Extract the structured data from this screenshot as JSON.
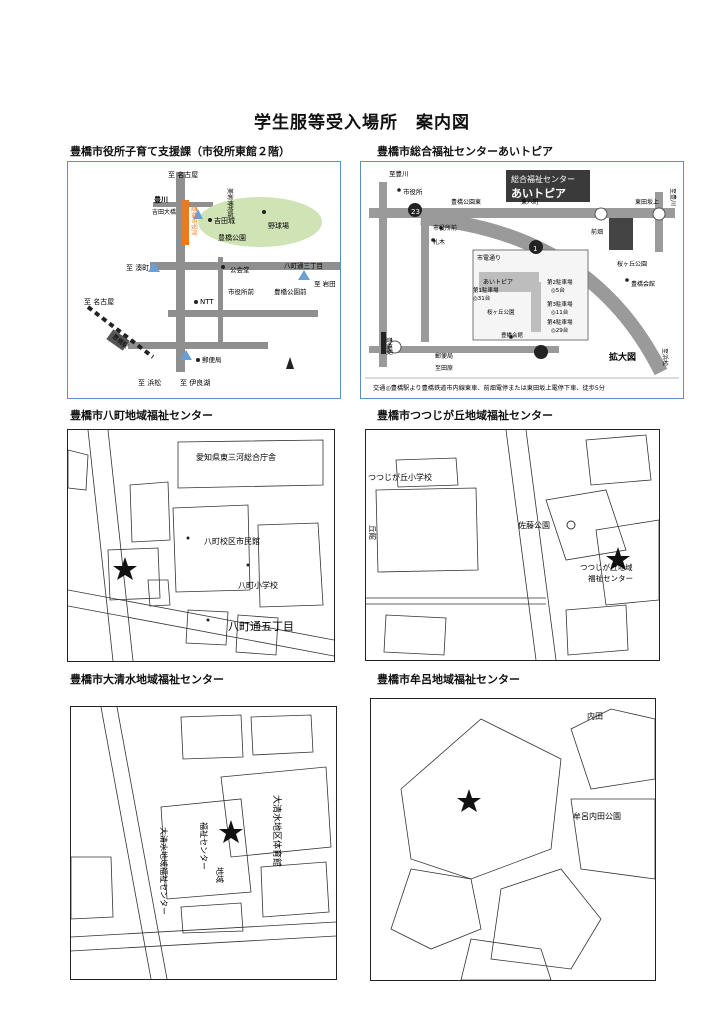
{
  "page_title": "学生服等受入場所　案内図",
  "colors": {
    "map_border_blue": "#5b8fc8",
    "road_gray": "#9a9a9a",
    "park_green": "#cfe3b5",
    "orange": "#e87b1e"
  },
  "maps": {
    "m1": {
      "caption": "豊橋市役所子育て支援課（市役所東館２階）",
      "labels": {
        "north_top": "至 名古屋",
        "toyobashi": "豊川",
        "yoshidaohashi": "吉田大橋",
        "cityhall": "豊橋市役所",
        "art_museum": "美術博物館",
        "yoshida_castle": "吉田城",
        "baseball": "野球場",
        "park": "豊橋公園",
        "west_ato": "至 湊町",
        "public_hall": "公会堂",
        "hacchodori": "八町通三丁目",
        "east": "至 岩田",
        "shiyakushomae": "市役所前",
        "toyohashikoen": "豊橋公園前",
        "ntt": "NTT",
        "west_nagoya": "至 名古屋",
        "station": "豊橋駅",
        "post": "郵便局",
        "south_hamamatsu": "至 浜松",
        "south_irago": "至 伊良湖"
      }
    },
    "m2": {
      "caption": "豊橋市総合福祉センターあいトピア",
      "labels": {
        "box_line1": "総合福祉センター",
        "box_line2": "あいトピア",
        "toyokawa": "至豊川",
        "cityhall": "市役所",
        "toyohashikoenmae": "豊橋公園東",
        "azumacho": "東八町",
        "higashidasakaue": "東田坂上",
        "route23": "23",
        "shiyakushomae": "市役所前",
        "fudaki": "札木",
        "maehata": "前畑",
        "route1": "1",
        "sakuragaoka": "桜ヶ丘公園",
        "kaikan": "豊橋会館",
        "toyotetsu_line": "市電通り",
        "aitopia_small": "あいトピア",
        "p1": "第1駐車場",
        "p1c": "◎31台",
        "p2": "第2駐車場",
        "p2c": "◎5台",
        "p3": "第3駐車場",
        "p3c": "◎11台",
        "p4": "第4駐車場",
        "p4c": "◎29台",
        "sakuragaoka_small": "桜ヶ丘公園",
        "kaikan_small": "豊橋会館",
        "station": "豊橋駅",
        "post": "郵便局",
        "south": "至田原",
        "kakudaizu": "拡大図",
        "east_hamamatsu": "至浜松",
        "east_top": "至豊川",
        "footer": "交通◎豊橋駅より豊橋鉄道市内線東車、前畑電停または東田坂上電停下車、徒歩5分"
      }
    },
    "m3": {
      "caption": "豊橋市八町地域福祉センター",
      "labels": {
        "office": "愛知県東三河総合庁舎",
        "community": "八町校区市民館",
        "school": "八町小学校",
        "street": "八町通五丁目"
      }
    },
    "m4": {
      "caption": "豊橋市つつじが丘地域福祉センター",
      "labels": {
        "school": "つつじが丘小学校",
        "park": "佐藤公園",
        "center_line1": "つつじが丘地域",
        "center_line2": "福祉センター",
        "side": "丘館"
      }
    },
    "m5": {
      "caption": "豊橋市大清水地域福祉センター",
      "labels": {
        "gym": "大清水地区体育館",
        "center_a": "福祉センター",
        "center_b": "大清水地域福祉センター",
        "extra": "地域"
      }
    },
    "m6": {
      "caption": "豊橋市牟呂地域福祉センター",
      "labels": {
        "uchida": "内田",
        "park": "牟呂内田公園"
      }
    }
  }
}
